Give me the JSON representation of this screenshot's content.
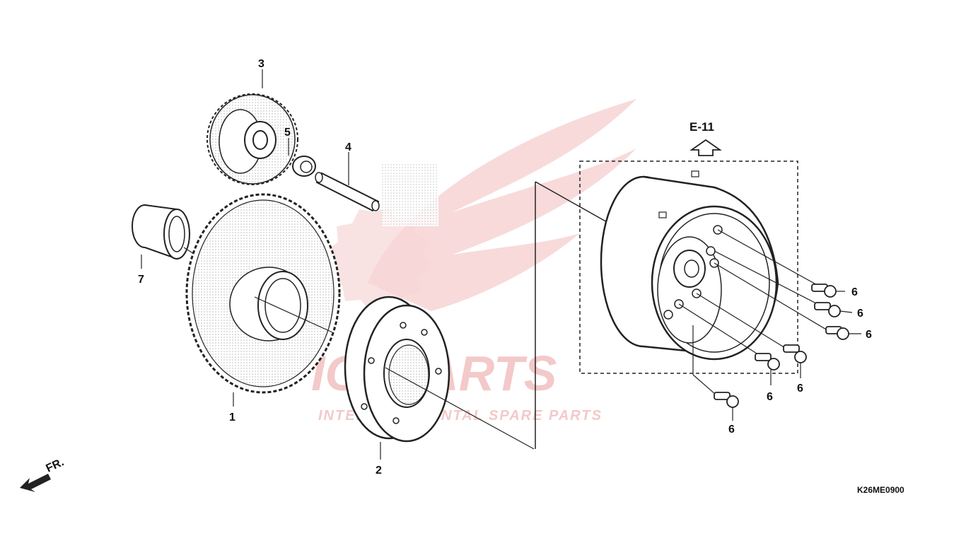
{
  "watermark": {
    "brand": "ICSPARTS",
    "tagline": "INTERCONTINENTAL SPARE PARTS"
  },
  "reference": "E-11",
  "diagram_code": "K26ME0900",
  "direction": "FR.",
  "parts": [
    {
      "number": "1"
    },
    {
      "number": "2"
    },
    {
      "number": "3"
    },
    {
      "number": "4"
    },
    {
      "number": "5"
    },
    {
      "number": "6"
    },
    {
      "number": "7"
    }
  ]
}
